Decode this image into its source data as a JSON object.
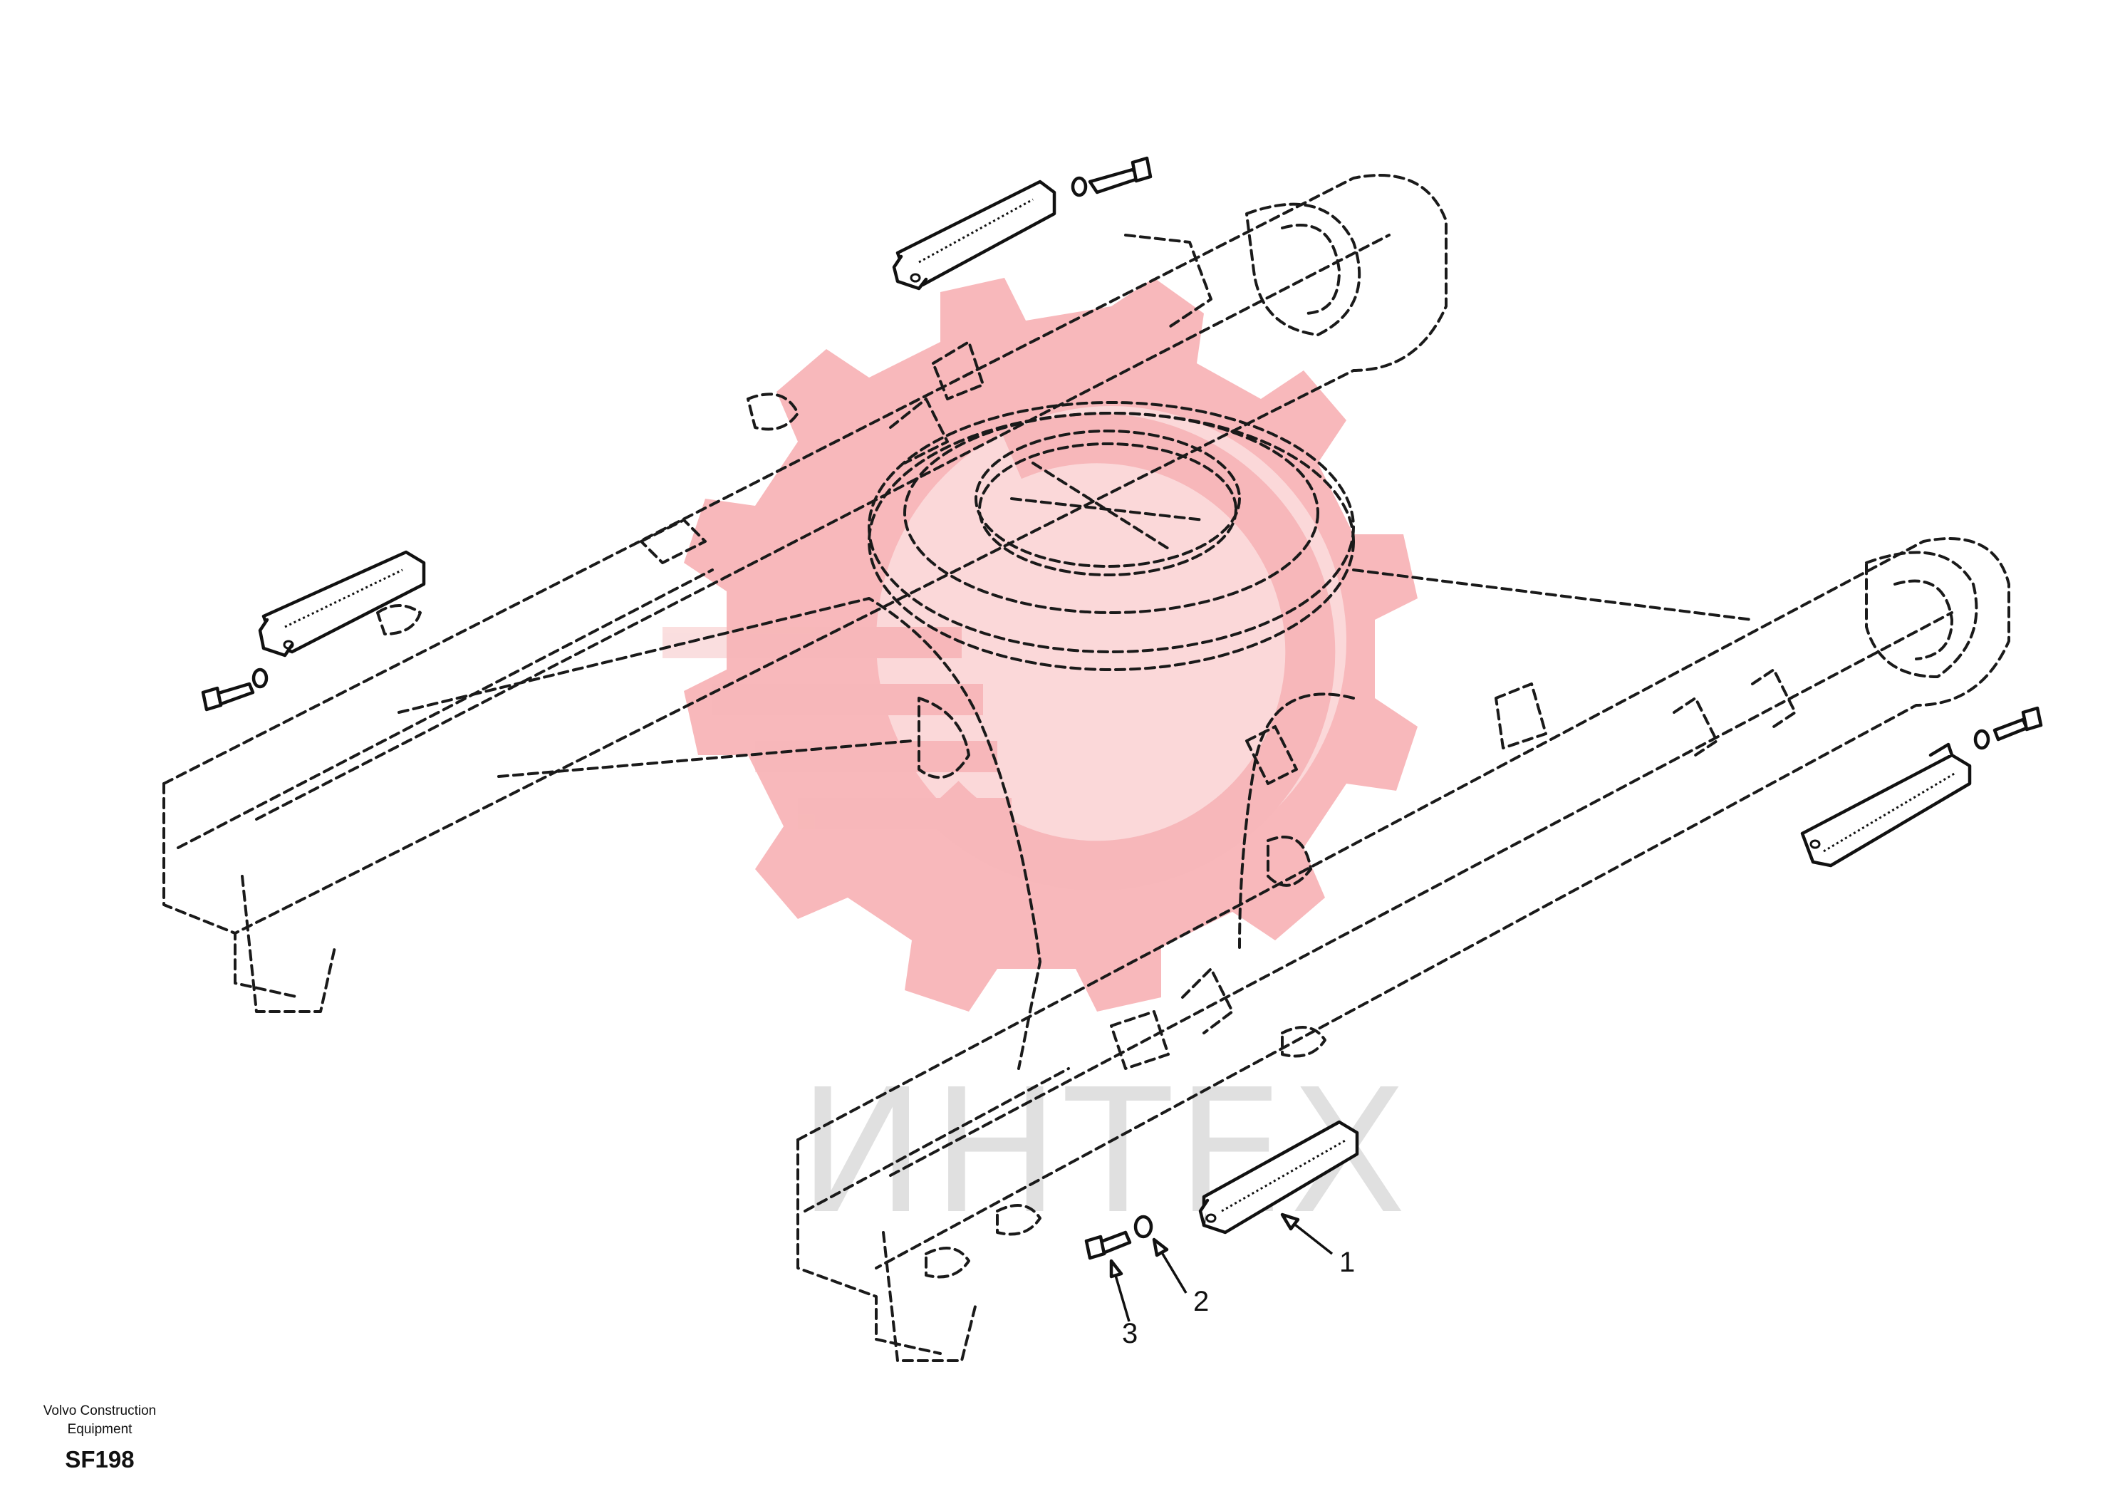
{
  "footer": {
    "maker_line1": "Volvo Construction",
    "maker_line2": "Equipment",
    "code": "SF198"
  },
  "callouts": [
    {
      "label": "1"
    },
    {
      "label": "2"
    },
    {
      "label": "3"
    }
  ],
  "watermark": {
    "text": "ИНТЕХ",
    "color": "#e8232a"
  },
  "colors": {
    "line": "#111111",
    "watermark_gear": "#f6b7b9",
    "watermark_text": "#d9d9d9"
  }
}
